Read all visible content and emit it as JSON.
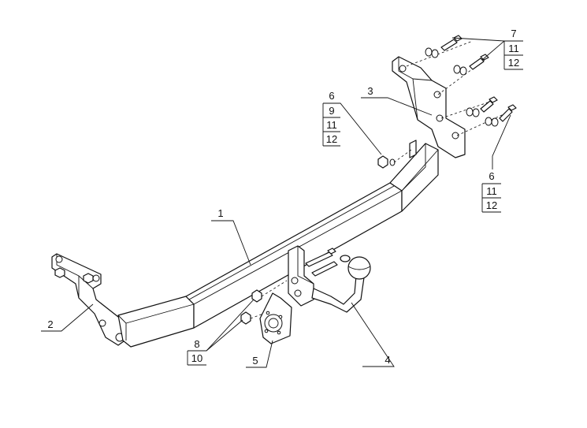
{
  "callouts": {
    "c1": "1",
    "c2": "2",
    "c3": "3",
    "c4": "4",
    "c5": "5",
    "c6_top": [
      "6",
      "9",
      "11",
      "12"
    ],
    "c7_top": [
      "7",
      "11",
      "12"
    ],
    "c6_right": [
      "6",
      "11",
      "12"
    ],
    "c8": [
      "8",
      "10"
    ]
  },
  "colors": {
    "line": "#111111",
    "background": "#ffffff"
  }
}
